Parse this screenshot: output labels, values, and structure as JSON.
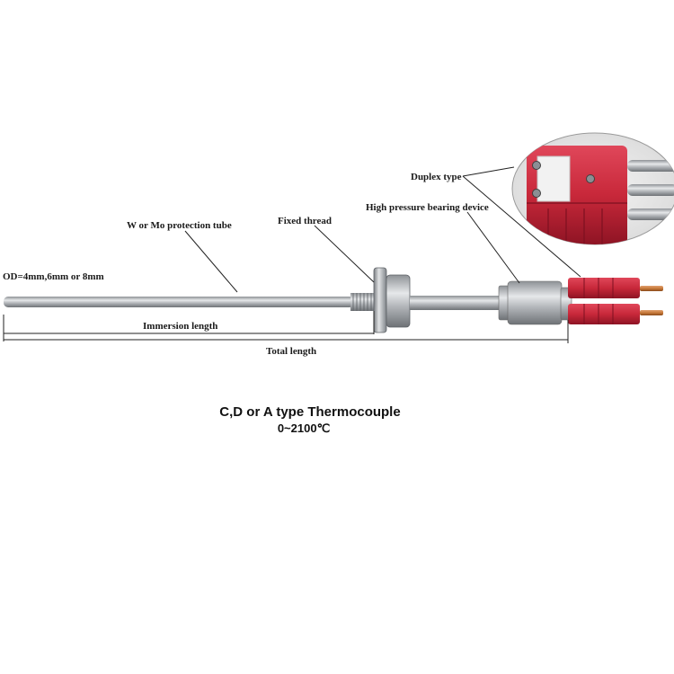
{
  "labels": {
    "duplex_type": "Duplex type",
    "high_pressure": "High pressure bearing device",
    "protection_tube": "W or Mo protection tube",
    "fixed_thread": "Fixed thread",
    "od": "OD=4mm,6mm or 8mm",
    "immersion_length": "Immersion length",
    "total_length": "Total length"
  },
  "caption": {
    "title": "C,D or A type Thermocouple",
    "range": "0~2100℃"
  },
  "colors": {
    "connector_red": "#c8283a",
    "steel": "#b9bcc0",
    "pin_copper": "#c87a3a"
  }
}
